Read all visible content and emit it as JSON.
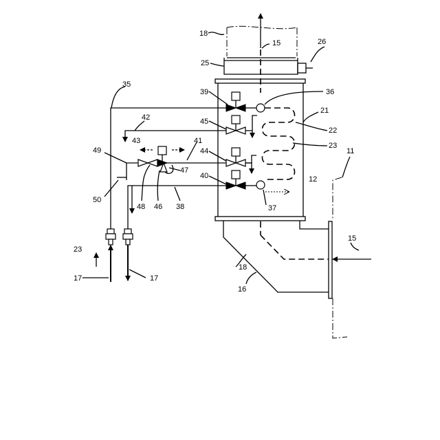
{
  "diagram": {
    "labels": {
      "l11": "11",
      "l12": "12",
      "l15a": "15",
      "l15b": "15",
      "l16": "16",
      "l17a": "17",
      "l17b": "17",
      "l18a": "18",
      "l18b": "18",
      "l21": "21",
      "l22": "22",
      "l23a": "23",
      "l23b": "23",
      "l25": "25",
      "l26": "26",
      "l35": "35",
      "l36": "36",
      "l37": "37",
      "l38": "38",
      "l39": "39",
      "l40": "40",
      "l41": "41",
      "l42": "42",
      "l43": "43",
      "l44": "44",
      "l45": "45",
      "l46": "46",
      "l47": "47",
      "l48": "48",
      "l49": "49",
      "l50": "50"
    }
  }
}
